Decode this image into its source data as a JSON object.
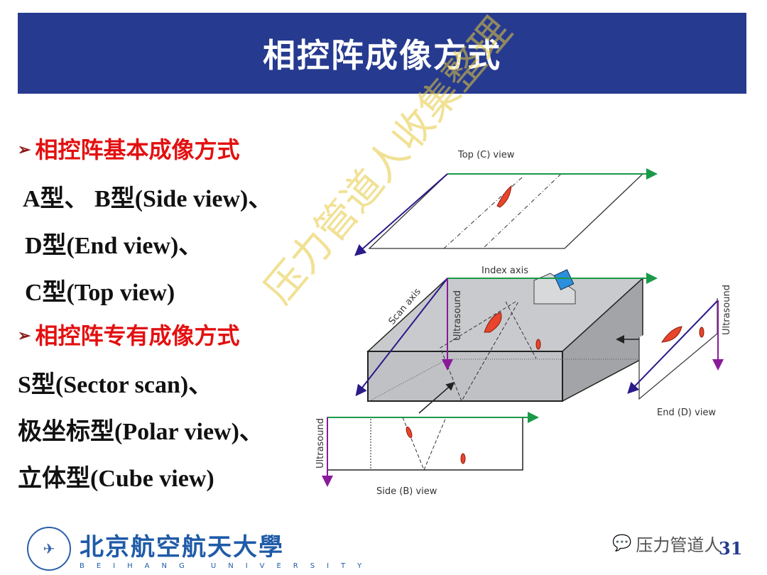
{
  "title": "相控阵成像方式",
  "content": {
    "heading1": "相控阵基本成像方式",
    "lines1": [
      "A型、 B型(Side view)、",
      "D型(End view)、",
      "C型(Top view)"
    ],
    "heading2": "相控阵专有成像方式",
    "lines2": [
      "S型(Sector scan)、",
      "极坐标型(Polar view)、",
      "立体型(Cube view)"
    ]
  },
  "diagram": {
    "top_label": "Top (C) view",
    "index_axis": "Index axis",
    "scan_axis": "Scan axis",
    "ultrasound": "Ultrasound",
    "end_label": "End (D) view",
    "side_label": "Side (B) view"
  },
  "watermark": "压力管道人收集整理",
  "footer": {
    "university_cn": "北京航空航天大學",
    "university_en": "BEIHANG UNIVERSITY",
    "wechat_account": "压力管道人",
    "page_number": "31"
  },
  "colors": {
    "banner": "#263a8f",
    "heading": "#e31010",
    "green_axis": "#1a9a48",
    "purple_axis": "#8a1a9a",
    "scan_axis": "#2a1a8a",
    "defect": "#e8452c"
  }
}
